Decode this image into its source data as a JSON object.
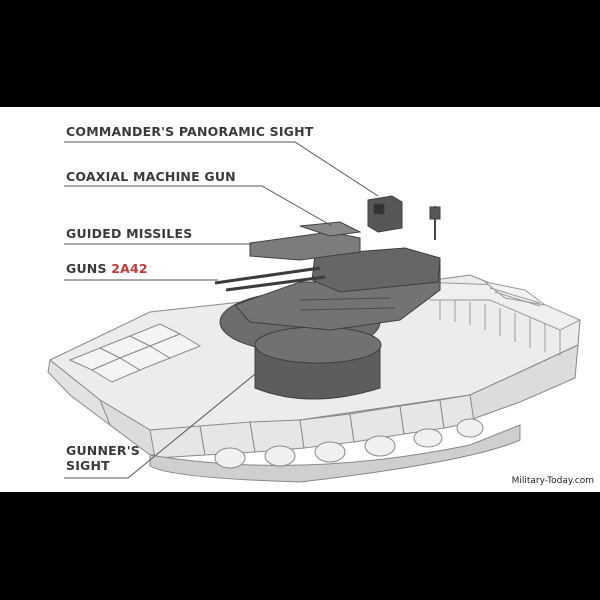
{
  "labels": {
    "panoramic_sight": "COMMANDER'S PANORAMIC SIGHT",
    "coaxial_mg": "COAXIAL MACHINE GUN",
    "guided_missiles": "GUIDED MISSILES",
    "guns_prefix": "GUNS",
    "guns_model": "2A42",
    "gunners_sight_line1": "GUNNER'S",
    "gunners_sight_line2": "SIGHT"
  },
  "watermark": "Military-Today.com",
  "colors": {
    "background": "#000000",
    "panel": "#ffffff",
    "label_text": "#3a3a3a",
    "accent": "#c03a3a",
    "leader_line": "#555555",
    "hull_light": "#e9e9e9",
    "turret_dark": "#5e6160"
  }
}
